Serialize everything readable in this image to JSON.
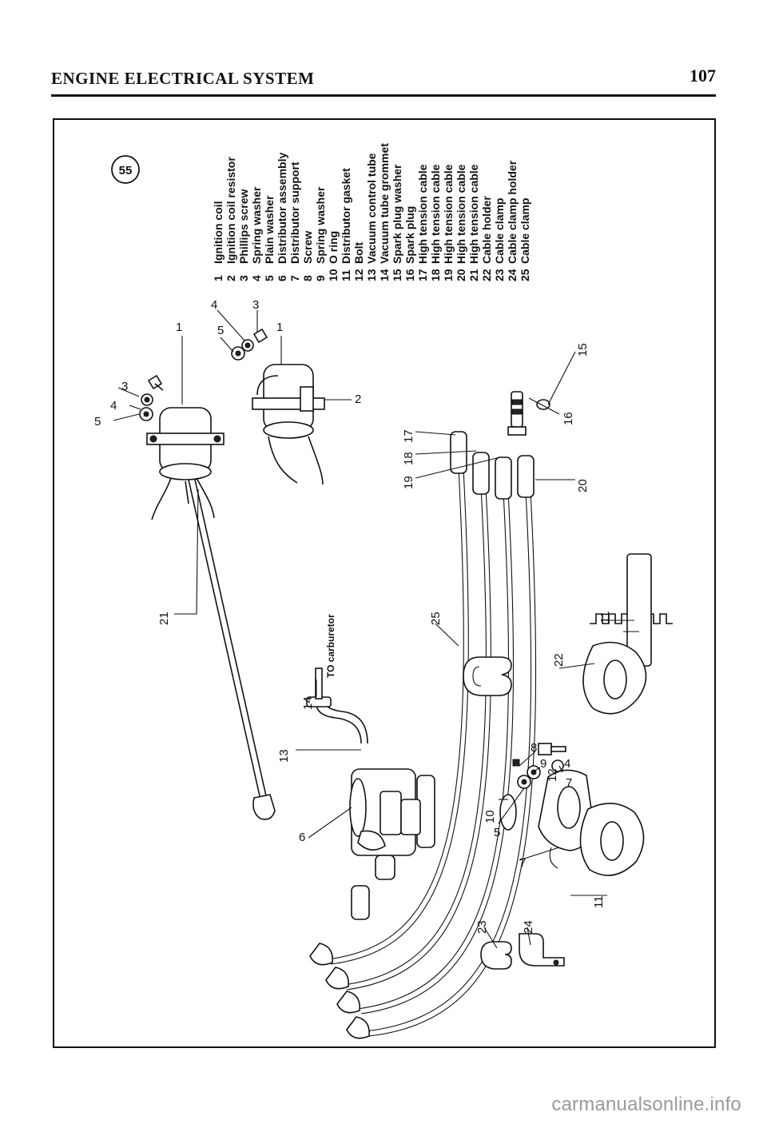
{
  "header": {
    "title": "ENGINE ELECTRICAL SYSTEM",
    "page_number": "107"
  },
  "figure": {
    "number": "55",
    "carburetor_note": "TO carburetor"
  },
  "legend": [
    {
      "num": "1",
      "label": "Ignition coil"
    },
    {
      "num": "2",
      "label": "Ignition coil resistor"
    },
    {
      "num": "3",
      "label": "Phillips screw"
    },
    {
      "num": "4",
      "label": "Spring washer"
    },
    {
      "num": "5",
      "label": "Plain washer"
    },
    {
      "num": "6",
      "label": "Distributor assembly"
    },
    {
      "num": "7",
      "label": "Distributor support"
    },
    {
      "num": "8",
      "label": "Screw"
    },
    {
      "num": "9",
      "label": "Spring washer"
    },
    {
      "num": "10",
      "label": "O ring"
    },
    {
      "num": "11",
      "label": "Distributor gasket"
    },
    {
      "num": "12",
      "label": "Bolt"
    },
    {
      "num": "13",
      "label": "Vacuum control tube"
    },
    {
      "num": "14",
      "label": "Vacuum tube grommet"
    },
    {
      "num": "15",
      "label": "Spark plug washer"
    },
    {
      "num": "16",
      "label": "Spark plug"
    },
    {
      "num": "17",
      "label": "High tension cable"
    },
    {
      "num": "18",
      "label": "High tension cable"
    },
    {
      "num": "19",
      "label": "High tension cable"
    },
    {
      "num": "20",
      "label": "High tension cable"
    },
    {
      "num": "21",
      "label": "High tension cable"
    },
    {
      "num": "22",
      "label": "Cable holder"
    },
    {
      "num": "23",
      "label": "Cable clamp"
    },
    {
      "num": "24",
      "label": "Cable clamp holder"
    },
    {
      "num": "25",
      "label": "Cable clamp"
    }
  ],
  "callouts": {
    "c1a": "1",
    "c3a": "3",
    "c4a": "4",
    "c5a": "5",
    "c1b": "1",
    "c2": "2",
    "c3b": "3",
    "c4b": "4",
    "c5b": "5",
    "c6": "6",
    "c7": "7",
    "c8": "8",
    "c9": "9",
    "c10": "10",
    "c11a": "11",
    "c11b": "11",
    "c12": "12",
    "c13": "13",
    "c14": "14",
    "c15": "15",
    "c16": "16",
    "c17": "17",
    "c18": "18",
    "c19": "19",
    "c20": "20",
    "c21": "21",
    "c22": "22",
    "c23": "23",
    "c24": "24",
    "c25": "25",
    "c4c": "4",
    "c5c": "5",
    "c7b": "7"
  },
  "watermark": "carmanualsonline.info"
}
